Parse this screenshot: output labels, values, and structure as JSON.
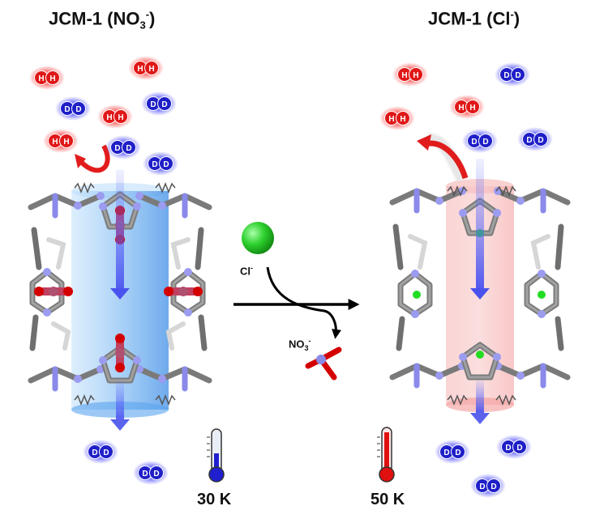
{
  "left_title": {
    "main": "JCM-1 (NO",
    "sub": "3",
    "sup": "-",
    "close": ")"
  },
  "right_title": {
    "main": "JCM-1 (Cl",
    "sup": "-",
    "close": ")"
  },
  "chloride_label": {
    "main": "Cl",
    "sup": "-"
  },
  "nitrate_label": {
    "main": "NO",
    "sub": "3",
    "sup": "-"
  },
  "left_temperature": "30 K",
  "right_temperature": "50 K",
  "molecule_h_label": "H",
  "molecule_d_label": "D",
  "colors": {
    "hydrogen": "#e01818",
    "deuterium": "#1f1fc8",
    "chloride": "#22cc22",
    "channel_left": "#8ec5f5",
    "channel_right": "#f7a8a8",
    "framework_carbon": "#7d7d7d",
    "framework_nitrogen": "#9b9bf0",
    "oxygen": "#d40000"
  }
}
